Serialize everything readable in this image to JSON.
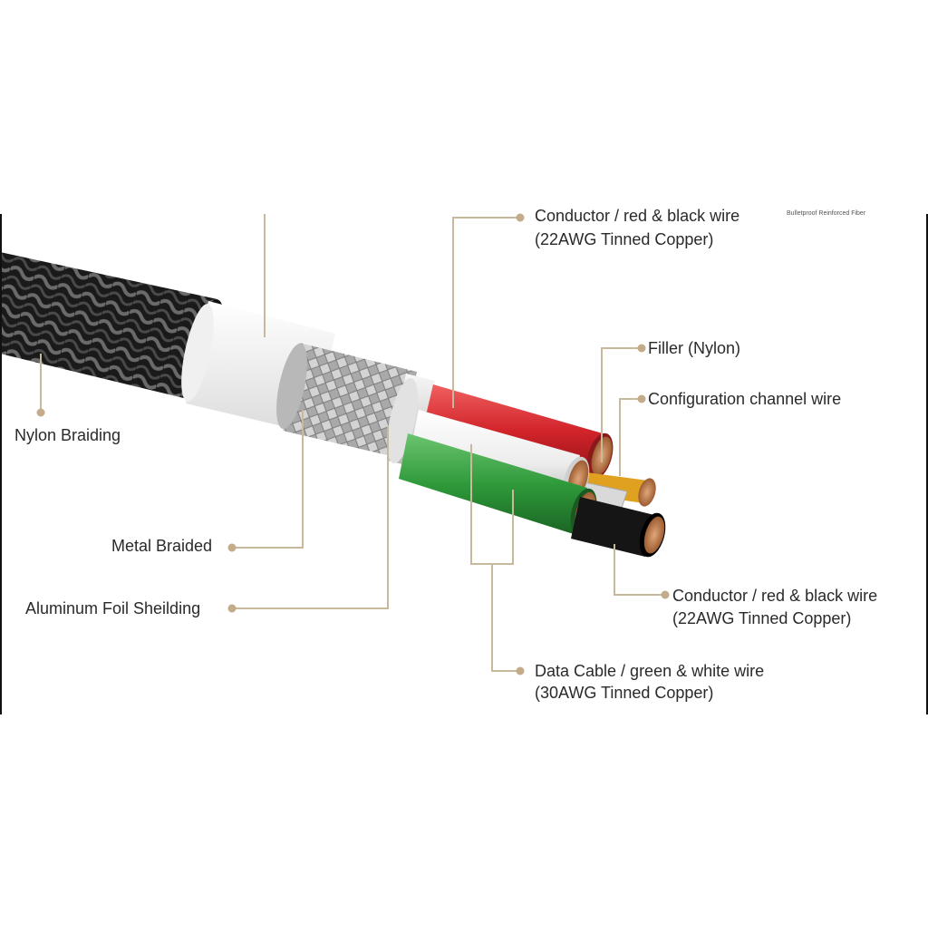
{
  "labels": {
    "nylon_braiding": "Nylon Braiding",
    "metal_braided": "Metal Braided",
    "aluminum_foil": "Aluminum Foil Sheilding",
    "conductor_top_line1": "Conductor / red & black wire",
    "conductor_top_line2": "(22AWG Tinned Copper)",
    "filler": "Filler (Nylon)",
    "config_channel": "Configuration channel wire",
    "conductor_bottom_line1": "Conductor / red & black wire",
    "conductor_bottom_line2": "(22AWG Tinned Copper)",
    "data_cable_line1": "Data Cable / green & white wire",
    "data_cable_line2": "(30AWG Tinned Copper)",
    "watermark": "Bulletproof Reinforced Fiber"
  },
  "colors": {
    "leader": "#c8b89c",
    "dot": "#c4ab8a",
    "jacket": "#1c1c1c",
    "red_wire": "#d1232a",
    "white_wire": "#f2f2f2",
    "green_wire": "#2f9a3a",
    "black_wire": "#151515",
    "orange_wire": "#e0a020",
    "copper": "#c98a5a"
  }
}
